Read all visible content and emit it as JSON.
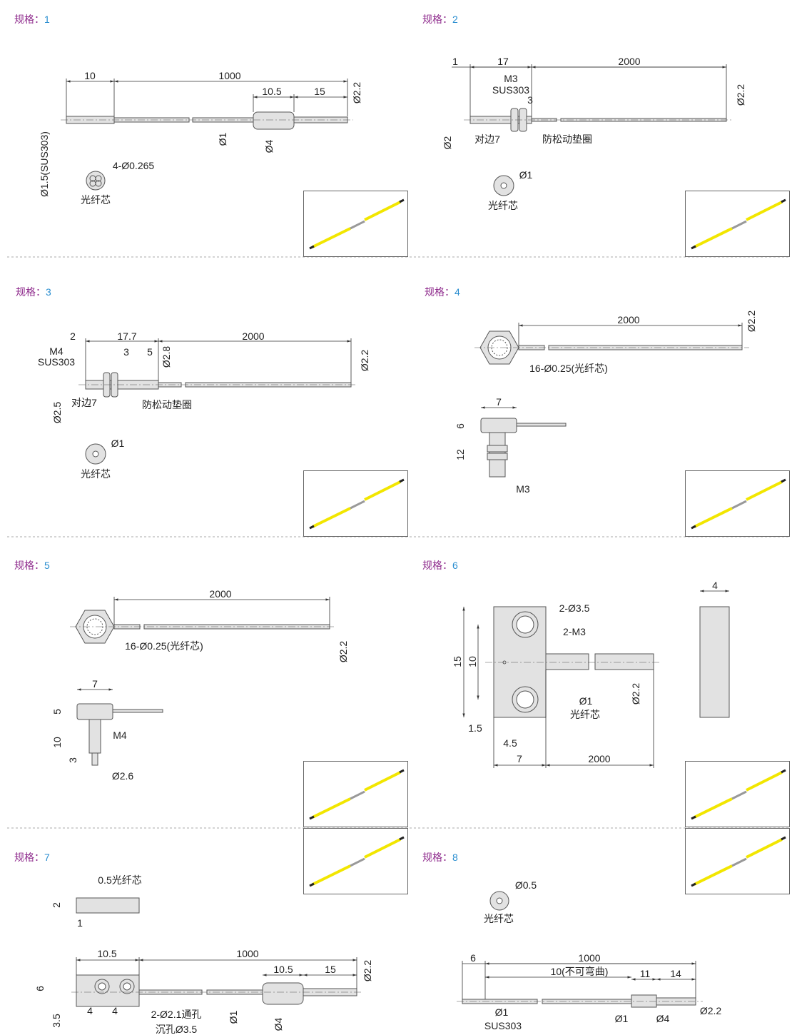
{
  "spec_prefix": "规格：",
  "specs": [
    {
      "number": "1",
      "labels": [
        "10",
        "1000",
        "10.5",
        "15",
        "Ø2.2",
        "Ø1",
        "Ø4",
        "Ø1.5(SUS303)",
        "4-Ø0.265",
        "光纤芯"
      ]
    },
    {
      "number": "2",
      "labels": [
        "1",
        "17",
        "2000",
        "M3",
        "SUS303",
        "3",
        "Ø2.2",
        "Ø2",
        "对边7",
        "防松动垫圈",
        "Ø1",
        "光纤芯"
      ]
    },
    {
      "number": "3",
      "labels": [
        "2",
        "17.7",
        "2000",
        "M4",
        "SUS303",
        "3",
        "5",
        "Ø2.8",
        "Ø2.2",
        "Ø2.5",
        "对边7",
        "防松动垫圈",
        "Ø1",
        "光纤芯"
      ]
    },
    {
      "number": "4",
      "labels": [
        "2000",
        "Ø2.2",
        "16-Ø0.25(光纤芯)",
        "7",
        "6",
        "12",
        "M3"
      ]
    },
    {
      "number": "5",
      "labels": [
        "2000",
        "16-Ø0.25(光纤芯)",
        "Ø2.2",
        "7",
        "5",
        "M4",
        "10",
        "3",
        "Ø2.6"
      ]
    },
    {
      "number": "6",
      "labels": [
        "4",
        "2-Ø3.5",
        "2-M3",
        "15",
        "10",
        "Ø1",
        "光纤芯",
        "Ø2.2",
        "1.5",
        "4.5",
        "7",
        "2000"
      ]
    },
    {
      "number": "7",
      "labels": [
        "0.5光纤芯",
        "2",
        "1",
        "10.5",
        "1000",
        "10.5",
        "15",
        "Ø2.2",
        "6",
        "3.5",
        "4",
        "4",
        "2-Ø2.1通孔",
        "沉孔Ø3.5",
        "Ø1",
        "Ø4"
      ]
    },
    {
      "number": "8",
      "labels": [
        "Ø0.5",
        "光纤芯",
        "6",
        "1000",
        "10(不可弯曲)",
        "11",
        "14",
        "Ø2.2",
        "Ø1",
        "SUS303",
        "Ø1",
        "Ø4"
      ]
    }
  ],
  "colors": {
    "title_key": "#8e2a8c",
    "title_number": "#2a8ed0",
    "cable": "#f2e600",
    "part": "#e0e0e0"
  }
}
